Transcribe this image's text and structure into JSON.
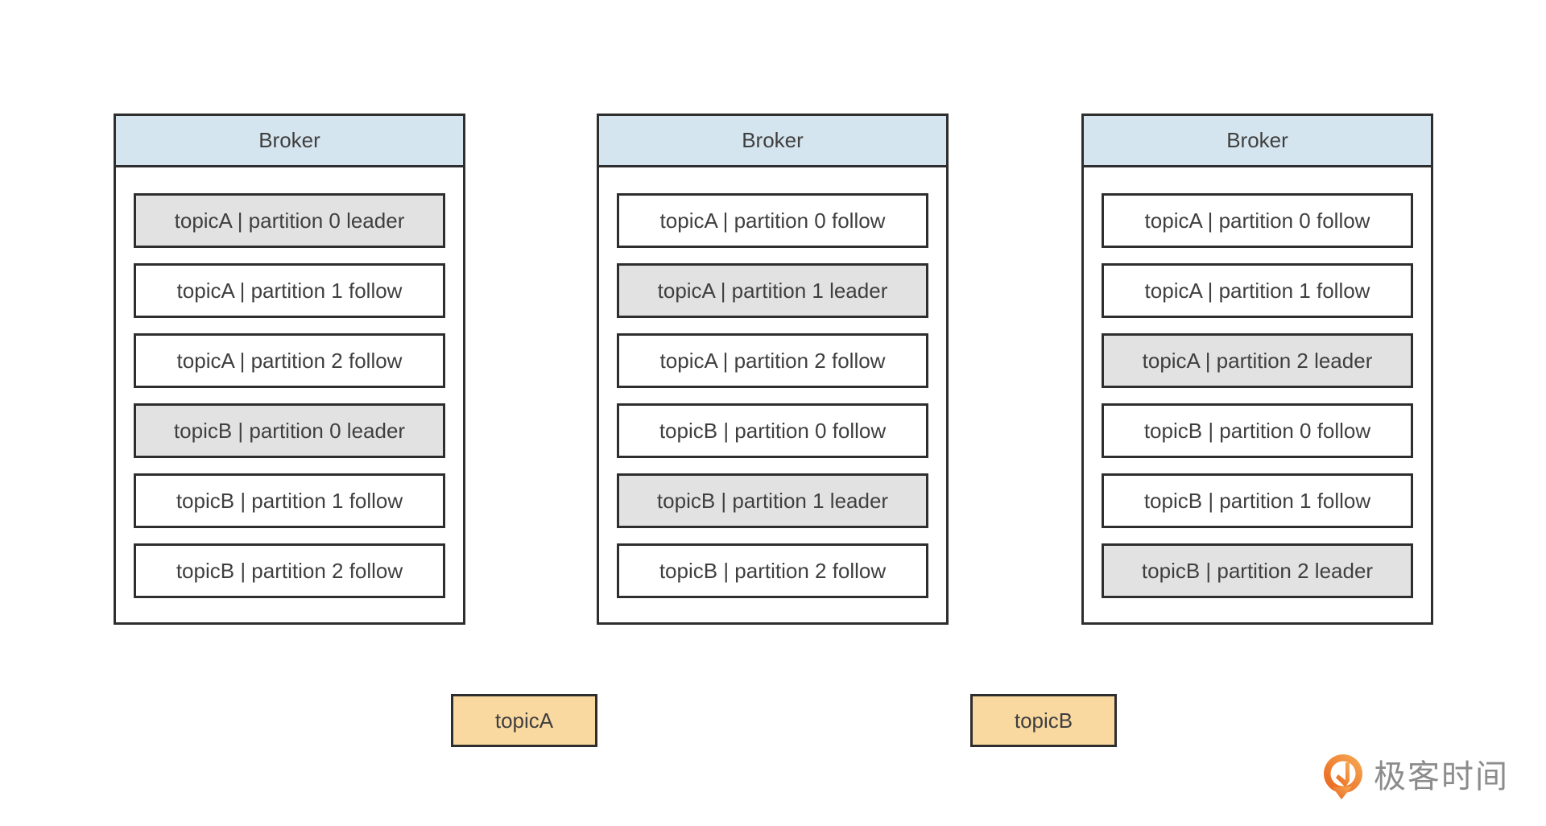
{
  "brokers": [
    {
      "title": "Broker",
      "partitions": [
        {
          "label": "topicA | partition 0 leader",
          "role": "leader"
        },
        {
          "label": "topicA | partition 1 follow",
          "role": "follower"
        },
        {
          "label": "topicA | partition 2 follow",
          "role": "follower"
        },
        {
          "label": "topicB | partition 0 leader",
          "role": "leader"
        },
        {
          "label": "topicB | partition 1 follow",
          "role": "follower"
        },
        {
          "label": "topicB | partition 2 follow",
          "role": "follower"
        }
      ]
    },
    {
      "title": "Broker",
      "partitions": [
        {
          "label": "topicA | partition 0 follow",
          "role": "follower"
        },
        {
          "label": "topicA | partition 1 leader",
          "role": "leader"
        },
        {
          "label": "topicA | partition 2 follow",
          "role": "follower"
        },
        {
          "label": "topicB | partition 0 follow",
          "role": "follower"
        },
        {
          "label": "topicB | partition 1 leader",
          "role": "leader"
        },
        {
          "label": "topicB | partition 2 follow",
          "role": "follower"
        }
      ]
    },
    {
      "title": "Broker",
      "partitions": [
        {
          "label": "topicA | partition 0 follow",
          "role": "follower"
        },
        {
          "label": "topicA | partition 1 follow",
          "role": "follower"
        },
        {
          "label": "topicA | partition 2 leader",
          "role": "leader"
        },
        {
          "label": "topicB | partition 0 follow",
          "role": "follower"
        },
        {
          "label": "topicB | partition 1 follow",
          "role": "follower"
        },
        {
          "label": "topicB | partition 2 leader",
          "role": "leader"
        }
      ]
    }
  ],
  "topic_labels": [
    {
      "label": "topicA"
    },
    {
      "label": "topicB"
    }
  ],
  "logo": {
    "text": "极客时间",
    "icon": "geektime-pin-icon"
  },
  "colors": {
    "broker_header_blue": "#d5e5ef",
    "leader_gray": "#e2e2e2",
    "box_border": "#2e2e2e",
    "topic_orange": "#fad9a1",
    "text_dark": "#3f3f3f",
    "logo_text_gray": "#8c8c8c",
    "logo_orange_light": "#f7ab55",
    "logo_orange_dark": "#e8611c"
  }
}
